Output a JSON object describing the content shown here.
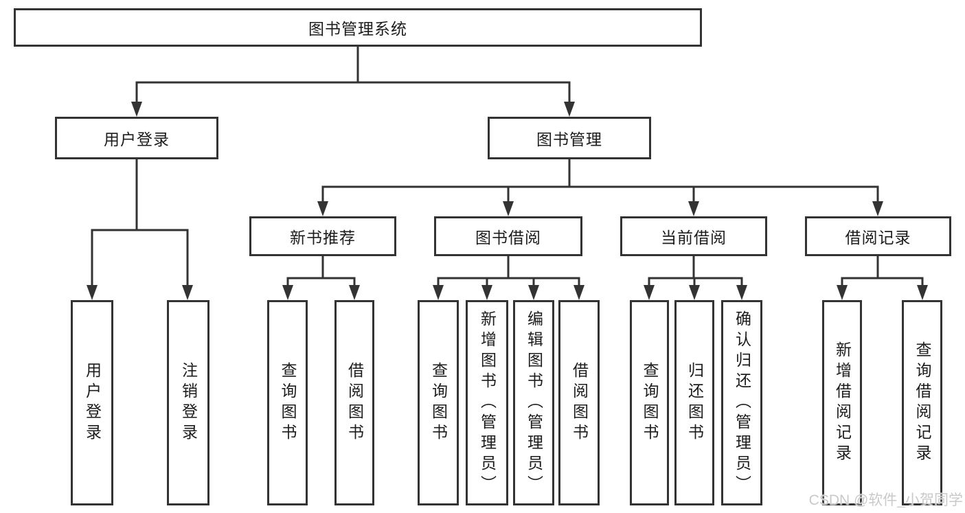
{
  "diagram": {
    "root": {
      "label": "图书管理系统"
    },
    "branches": [
      {
        "label": "用户登录",
        "children": [
          {
            "label": "用户登录"
          },
          {
            "label": "注销登录"
          }
        ]
      },
      {
        "label": "图书管理",
        "children": [
          {
            "label": "新书推荐",
            "children": [
              {
                "label": "查询图书"
              },
              {
                "label": "借阅图书"
              }
            ]
          },
          {
            "label": "图书借阅",
            "children": [
              {
                "label": "查询图书"
              },
              {
                "label": "新增图书（管理员）"
              },
              {
                "label": "编辑图书（管理员）"
              },
              {
                "label": "借阅图书"
              }
            ]
          },
          {
            "label": "当前借阅",
            "children": [
              {
                "label": "查询图书"
              },
              {
                "label": "归还图书"
              },
              {
                "label": "确认归还（管理员）"
              }
            ]
          },
          {
            "label": "借阅记录",
            "children": [
              {
                "label": "新增借阅记录"
              },
              {
                "label": "查询借阅记录"
              }
            ]
          }
        ]
      }
    ]
  },
  "watermark": {
    "text": "CSDN @软件_小贺同学"
  },
  "colors": {
    "line": "#333333",
    "text": "#1c1c1c",
    "background": "#ffffff",
    "watermark": "#c9c9c9"
  }
}
